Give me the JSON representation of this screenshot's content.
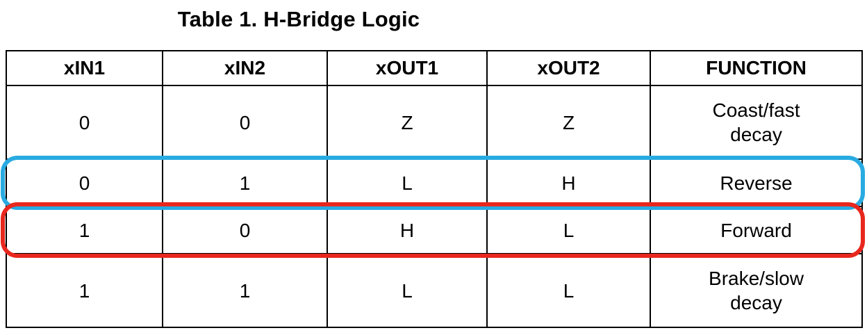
{
  "caption": "Table 1. H-Bridge Logic",
  "table": {
    "headers": [
      "xIN1",
      "xIN2",
      "xOUT1",
      "xOUT2",
      "FUNCTION"
    ],
    "rows": [
      [
        "0",
        "0",
        "Z",
        "Z",
        "Coast/fast\ndecay"
      ],
      [
        "0",
        "1",
        "L",
        "H",
        "Reverse"
      ],
      [
        "1",
        "0",
        "H",
        "L",
        "Forward"
      ],
      [
        "1",
        "1",
        "L",
        "L",
        "Brake/slow\ndecay"
      ]
    ]
  },
  "annotations": [
    {
      "name": "reverse-row-highlight",
      "target_row": "Reverse",
      "color": "#29ABE2"
    },
    {
      "name": "forward-row-highlight",
      "target_row": "Forward",
      "color": "#E8281E"
    }
  ]
}
